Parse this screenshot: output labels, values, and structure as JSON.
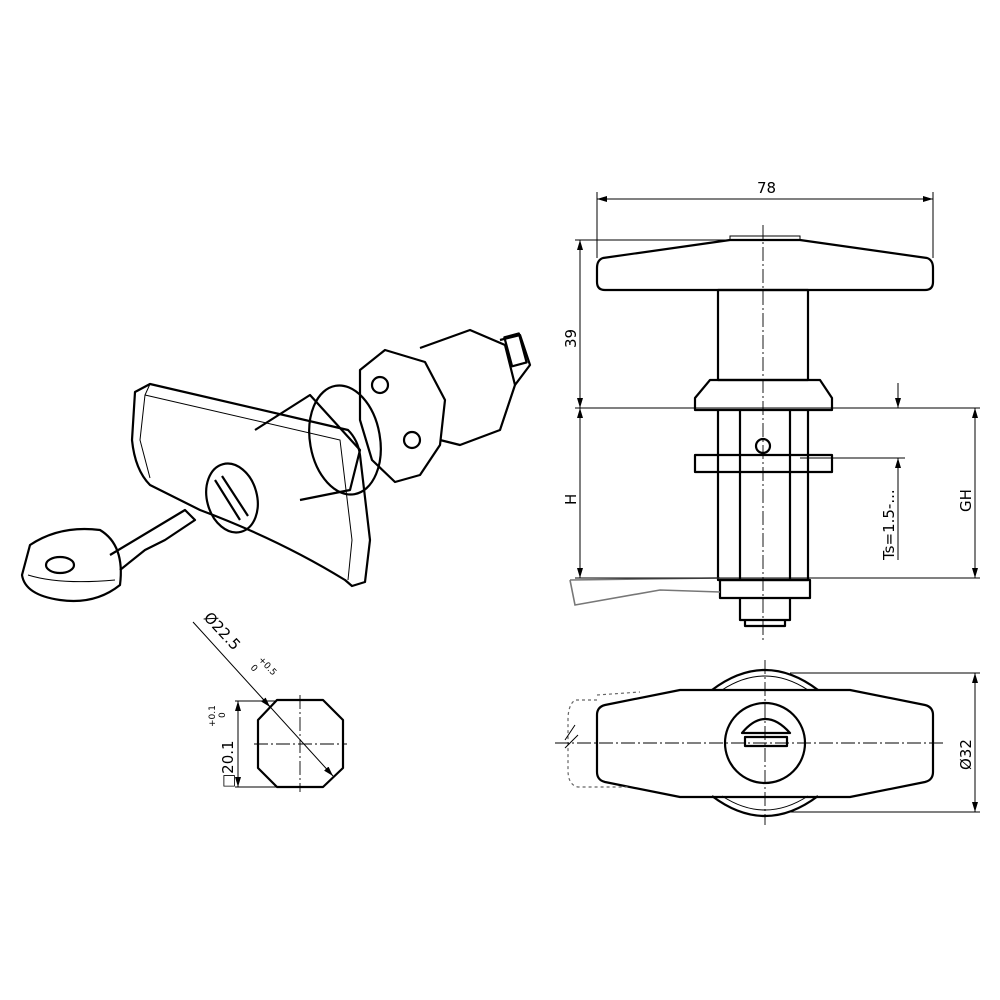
{
  "dimensions": {
    "width": "78",
    "handle_height": "39",
    "h": "H",
    "gh": "GH",
    "ts": "Ts=1.5-...",
    "diameter_top": "Ø32",
    "cutout_diameter": "Ø22.5",
    "cutout_diameter_tol_upper": "+0.5",
    "cutout_diameter_tol_lower": "0",
    "cutout_square": "□20.1",
    "cutout_square_tol_upper": "+0.1",
    "cutout_square_tol_lower": "0"
  }
}
